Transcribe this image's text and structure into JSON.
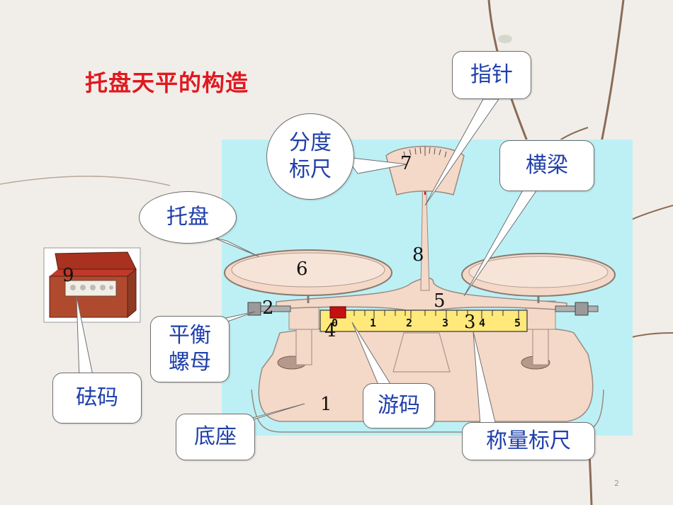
{
  "title": "托盘天平的构造",
  "labels": {
    "pointer": "指针",
    "scale_line1": "分度",
    "scale_line2": "标尺",
    "beam": "横梁",
    "pan": "托盘",
    "balance_nut_line1": "平衡",
    "balance_nut_line2": "螺母",
    "weights": "砝码",
    "base": "底座",
    "rider": "游码",
    "weighing_scale": "称量标尺"
  },
  "part_numbers": [
    "1",
    "2",
    "3",
    "4",
    "5",
    "6",
    "7",
    "8",
    "9"
  ],
  "ruler_ticks": [
    "0",
    "1",
    "2",
    "3",
    "4",
    "5"
  ],
  "page_number": "2",
  "colors": {
    "title": "#e0191f",
    "label_text": "#1f3faa",
    "panel": "#bdf0f5",
    "balance_body": "#f4d8c8",
    "ruler": "#ffe97a",
    "rider": "#c41010"
  }
}
